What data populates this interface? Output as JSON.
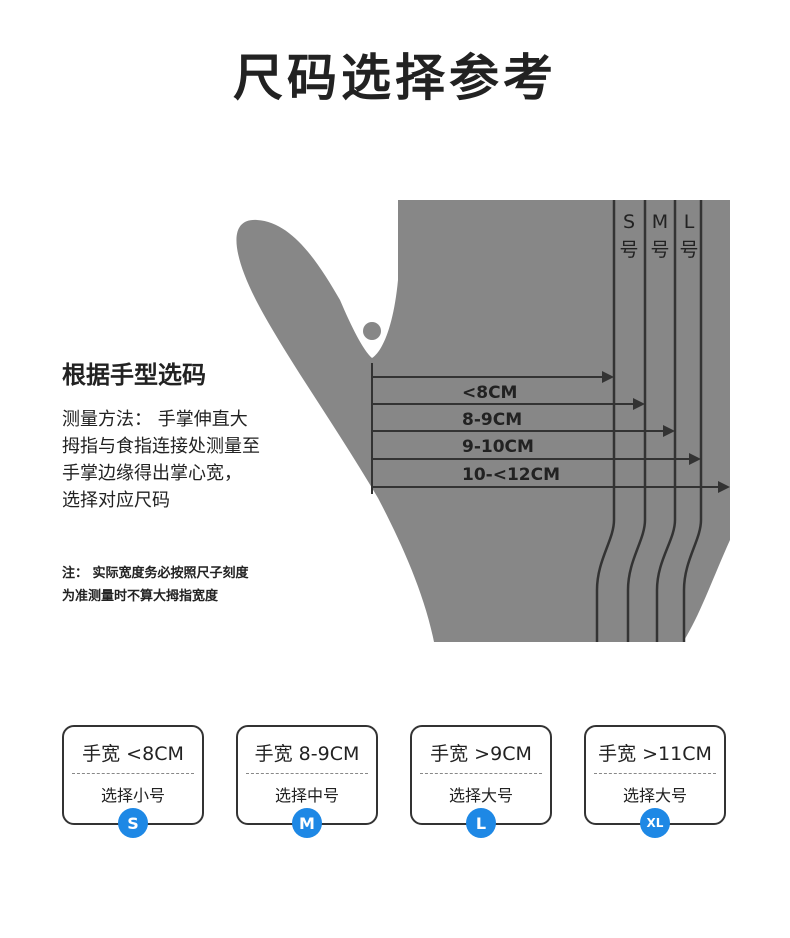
{
  "title": "尺码选择参考",
  "section_title": "根据手型选码",
  "method_lines": [
    "测量方法： 手掌伸直大",
    "拇指与食指连接处测量至",
    "手掌边缘得出掌心宽，",
    "选择对应尺码"
  ],
  "note_lines": [
    "注： 实际宽度务必按照尺子刻度",
    "为准测量时不算大拇指宽度"
  ],
  "size_columns": [
    {
      "letter": "S",
      "hao": "号"
    },
    {
      "letter": "M",
      "hao": "号"
    },
    {
      "letter": "L",
      "hao": "号"
    }
  ],
  "measure_labels": [
    "<8CM",
    "8-9CM",
    "9-10CM",
    "10-<12CM"
  ],
  "cards": [
    {
      "range": "手宽 <8CM",
      "choose": "选择小号",
      "badge": "S"
    },
    {
      "range": "手宽 8-9CM",
      "choose": "选择中号",
      "badge": "M"
    },
    {
      "range": "手宽 >9CM",
      "choose": "选择大号",
      "badge": "L"
    },
    {
      "range": "手宽 >11CM",
      "choose": "选择大号",
      "badge": "XL"
    }
  ],
  "colors": {
    "hand": "#878787",
    "line": "#333333",
    "badge": "#1e88e5"
  }
}
